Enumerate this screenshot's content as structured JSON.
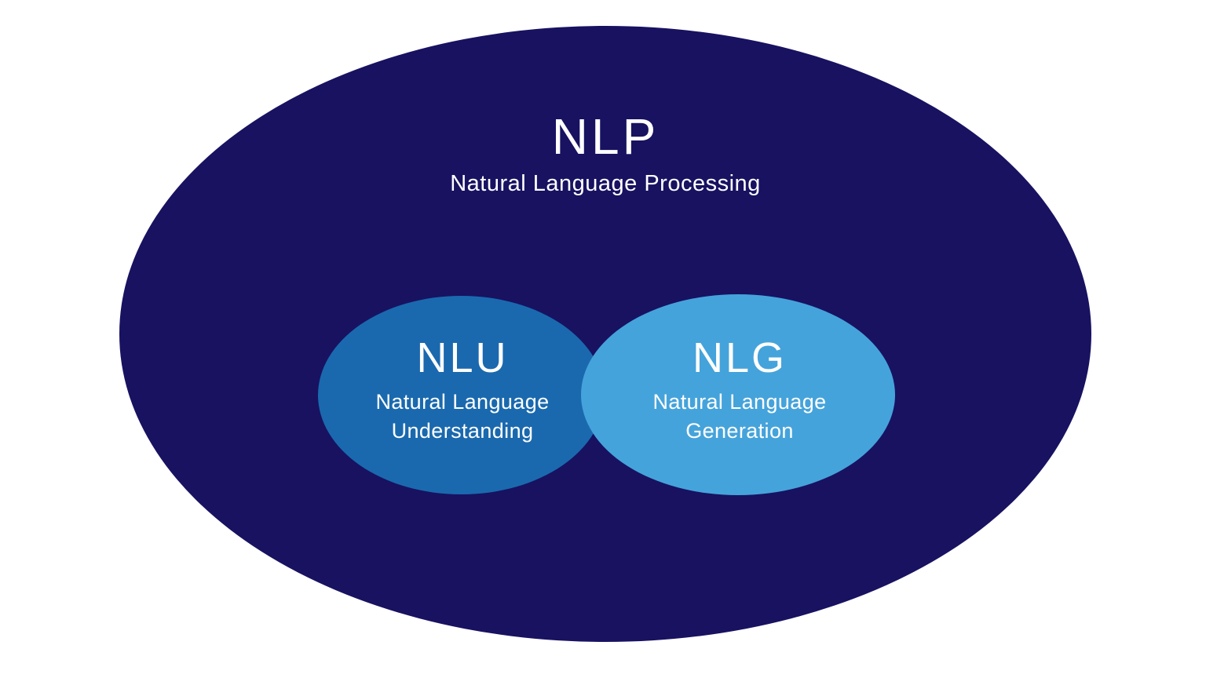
{
  "canvas": {
    "background_color": "#ffffff",
    "text_color": "#ffffff"
  },
  "diagram": {
    "type": "venn",
    "outer": {
      "abbr": "NLP",
      "name": "Natural Language Processing",
      "color": "#181261"
    },
    "sets": [
      {
        "abbr": "NLU",
        "name": "Natural Language Understanding",
        "color": "#1a69ae"
      },
      {
        "abbr": "NLG",
        "name": "Natural Language Generation",
        "color": "#45a3db"
      }
    ]
  }
}
